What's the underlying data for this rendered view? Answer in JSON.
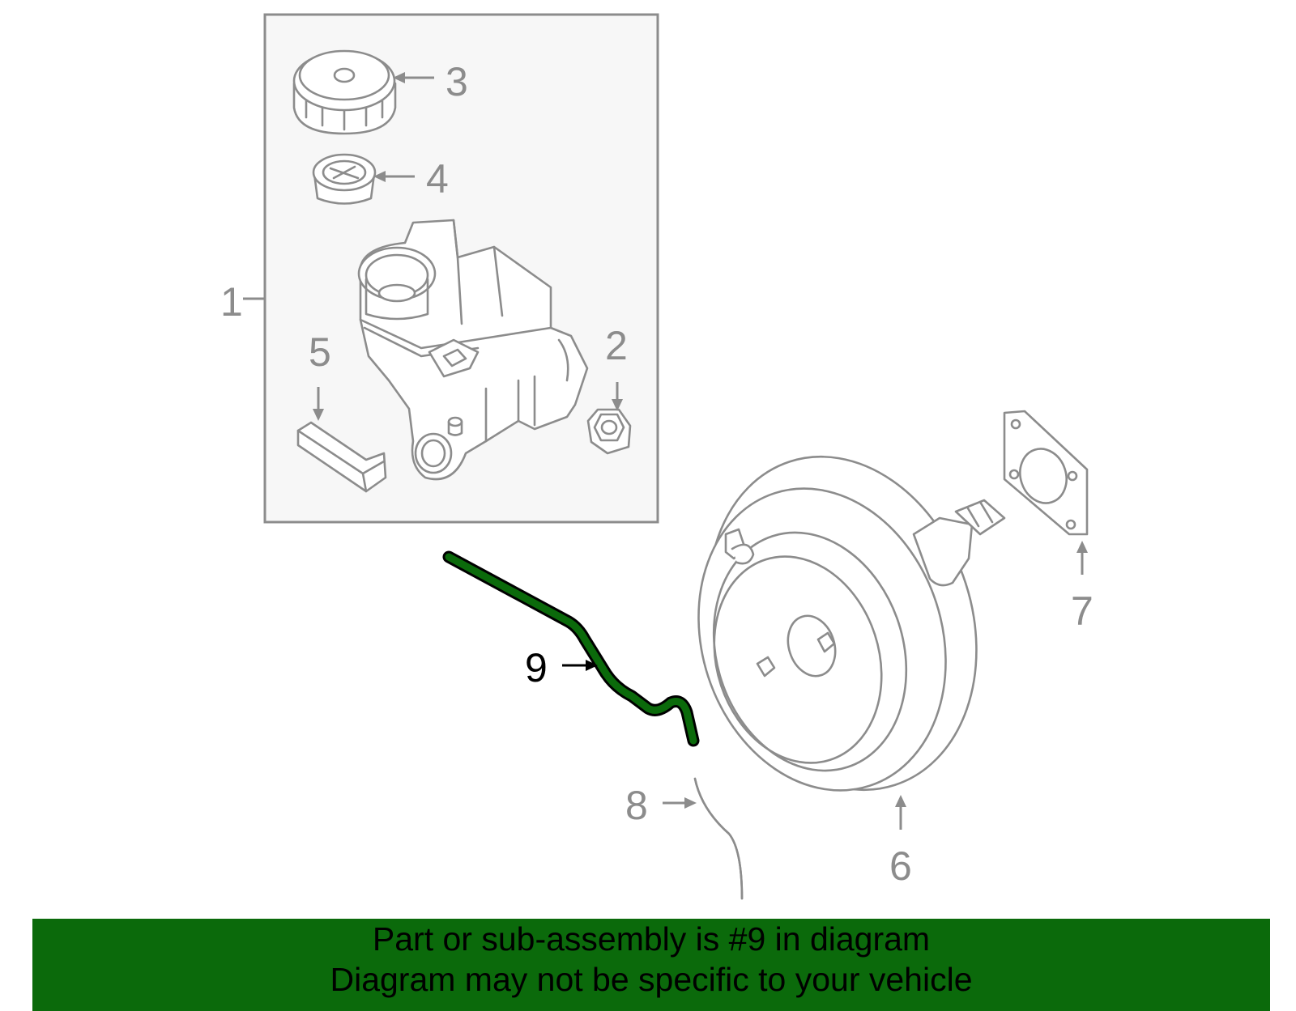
{
  "callouts": {
    "c1": "1",
    "c2": "2",
    "c3": "3",
    "c4": "4",
    "c5": "5",
    "c6": "6",
    "c7": "7",
    "c8": "8",
    "c9": "9"
  },
  "banner": {
    "line1": "Part or sub-assembly is #9 in diagram",
    "line2": "Diagram may not be specific to your vehicle"
  },
  "colors": {
    "highlight": "#0b6a0b",
    "outline": "#8c8c8c",
    "inset_bg": "#f7f7f7"
  }
}
